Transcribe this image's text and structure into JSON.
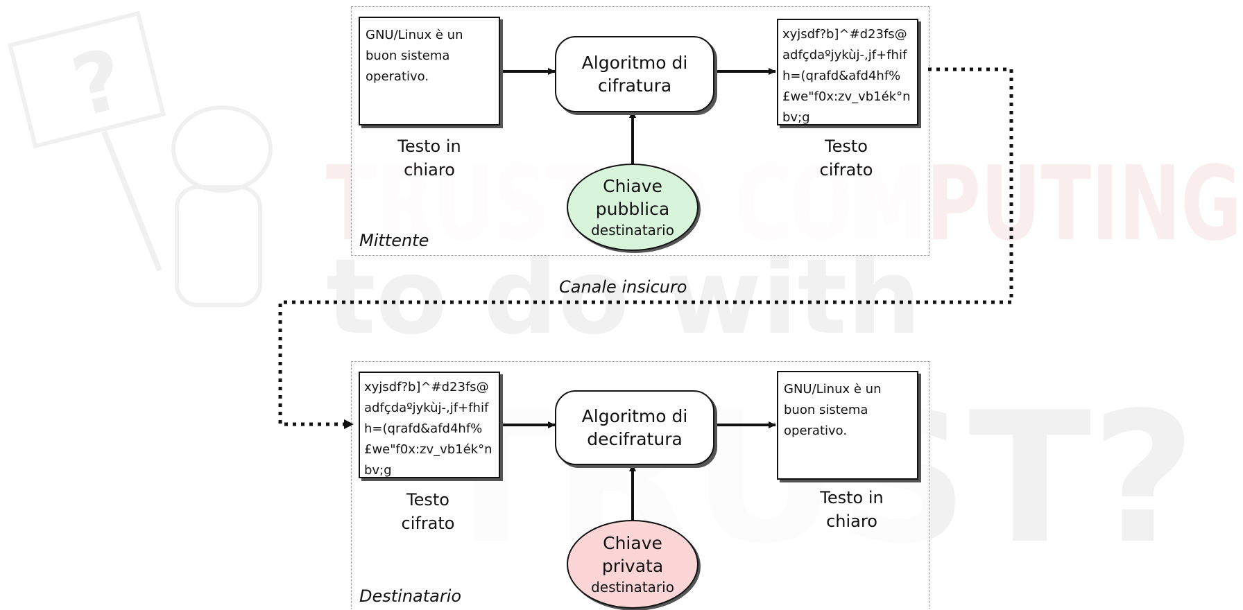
{
  "watermark": {
    "line1": "TRUSTED COMPUTING",
    "line2": "to do with",
    "line3": "TRUST?",
    "sign": "?"
  },
  "sender": {
    "label": "Mittente",
    "plaintext_box": "GNU/Linux è un\nbuon sistema\noperativo.",
    "plaintext_caption": "Testo in\nchiaro",
    "algorithm": "Algoritmo di\ncifratura",
    "ciphertext_box": "xyjsdf?b]^#d23fs@adfçdaºjykùj-,jf+fhifh=(qrafd&afd4hf%£we\"f0x:zv_vb1ék°nbv;g",
    "ciphertext_caption": "Testo\ncifrato",
    "key_line1": "Chiave\npubblica",
    "key_line2": "destinatario",
    "key_color": "#d8f5dc"
  },
  "channel": {
    "label": "Canale insicuro"
  },
  "receiver": {
    "label": "Destinatario",
    "ciphertext_box": "xyjsdf?b]^#d23fs@adfçdaºjykùj-,jf+fhifh=(qrafd&afd4hf%£we\"f0x:zv_vb1ék°nbv;g",
    "ciphertext_caption": "Testo\ncifrato",
    "algorithm": "Algoritmo di\ndecifratura",
    "plaintext_box": "GNU/Linux è un\nbuon sistema\noperativo.",
    "plaintext_caption": "Testo in\nchiaro",
    "key_line1": "Chiave\nprivata",
    "key_line2": "destinatario",
    "key_color": "#fcd6d6"
  }
}
